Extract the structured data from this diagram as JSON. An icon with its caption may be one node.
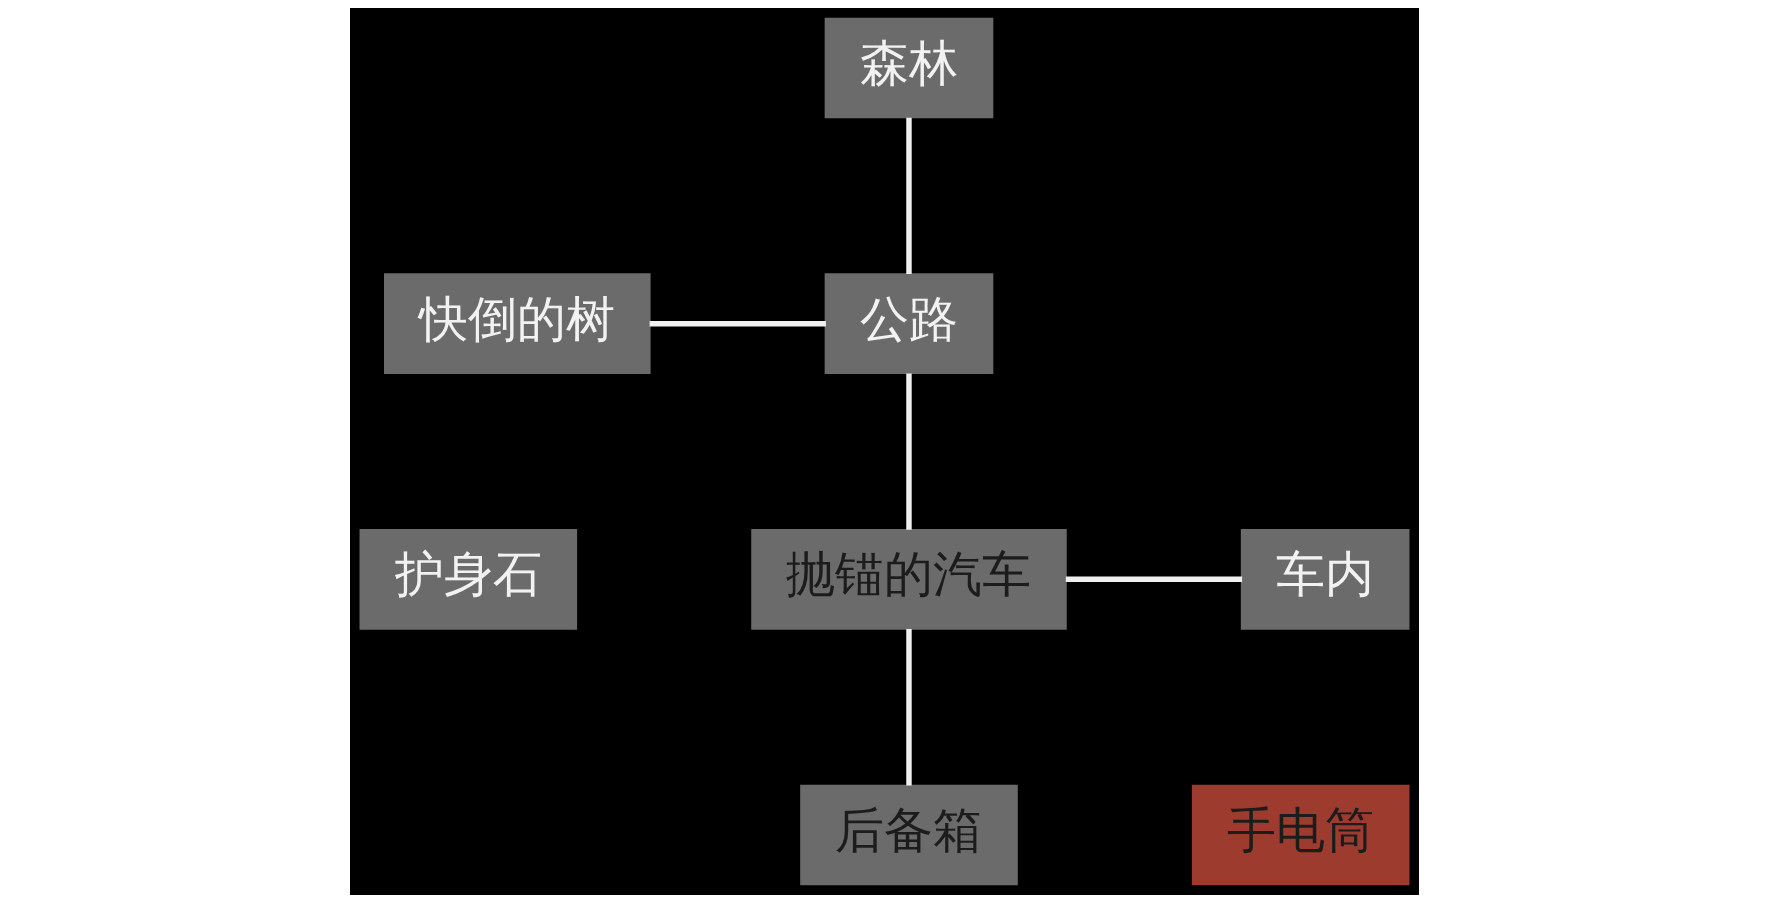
{
  "diagram": {
    "nodes": [
      {
        "text": [
          "森林"
        ]
      },
      {
        "text": [
          "公路"
        ]
      },
      {
        "text": [
          "快倒的树"
        ]
      },
      {
        "text": [
          "车内"
        ]
      },
      {
        "text": [
          "护身石"
        ]
      },
      {
        "text": [
          "抛锚的汽车"
        ]
      },
      {
        "text": [
          "后备箱"
        ]
      },
      {
        "text": [
          "手电筒"
        ]
      }
    ],
    "edges": [
      {
        "from": 0,
        "to": 1,
        "arrow": "none"
      },
      {
        "from": 2,
        "to": 1,
        "arrow": "none"
      },
      {
        "from": 1,
        "to": 5,
        "arrow": "none"
      },
      {
        "from": 5,
        "to": 3,
        "arrow": "none"
      },
      {
        "from": 5,
        "to": 6,
        "arrow": "none"
      }
    ]
  }
}
